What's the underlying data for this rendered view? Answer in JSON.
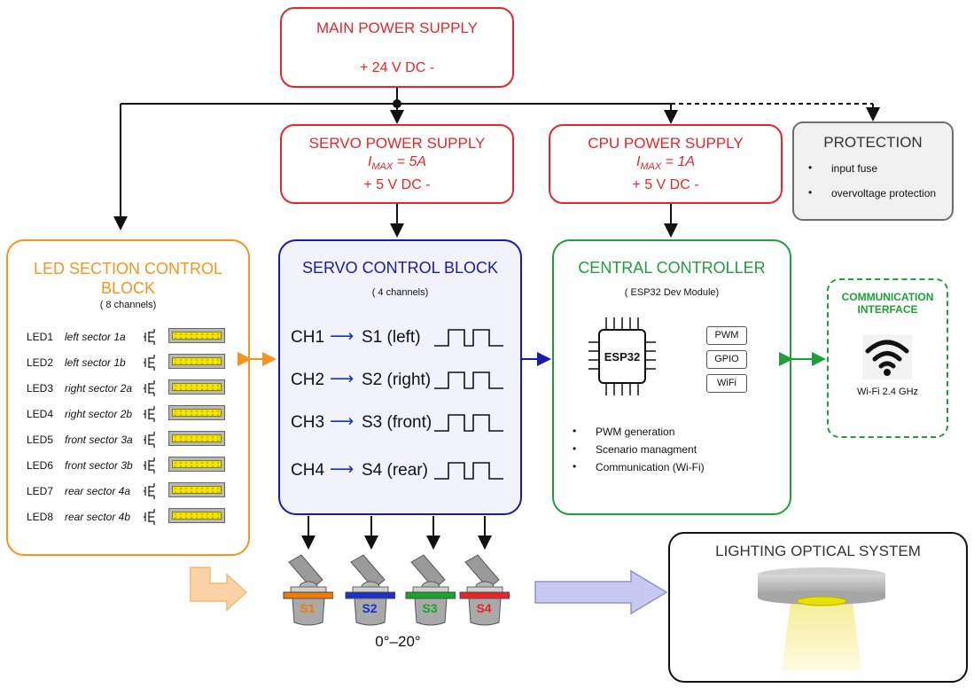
{
  "main_power": {
    "title": "MAIN POWER SUPPLY",
    "voltage": "+ 24 V DC -"
  },
  "servo_power": {
    "title": "SERVO POWER SUPPLY",
    "imax_symbol": "I",
    "imax_sub": "MAX",
    "imax_value": " = 5A",
    "voltage": "+ 5 V DC -"
  },
  "cpu_power": {
    "title": "CPU POWER SUPPLY",
    "imax_symbol": "I",
    "imax_sub": "MAX",
    "imax_value": " = 1A",
    "voltage": "+ 5 V DC -"
  },
  "protection": {
    "title": "PROTECTION",
    "items": [
      "input fuse",
      "overvoltage protection"
    ]
  },
  "led_block": {
    "title_line1": "LED SECTION CONTROL",
    "title_line2": "BLOCK",
    "channels": "( 8 channels)",
    "rows": [
      {
        "id": "LED1",
        "sector": "left sector 1a"
      },
      {
        "id": "LED2",
        "sector": "left sector 1b"
      },
      {
        "id": "LED3",
        "sector": "right sector 2a"
      },
      {
        "id": "LED4",
        "sector": "right sector 2b"
      },
      {
        "id": "LED5",
        "sector": "front sector 3a"
      },
      {
        "id": "LED6",
        "sector": "front sector 3b"
      },
      {
        "id": "LED7",
        "sector": "rear sector 4a"
      },
      {
        "id": "LED8",
        "sector": "rear sector 4b"
      }
    ]
  },
  "servo_block": {
    "title": "SERVO CONTROL BLOCK",
    "channels": "( 4 channels)",
    "rows": [
      {
        "ch": "CH1",
        "servo": "S1 (left)"
      },
      {
        "ch": "CH2",
        "servo": "S2 (right)"
      },
      {
        "ch": "CH3",
        "servo": "S3 (front)"
      },
      {
        "ch": "CH4",
        "servo": "S4 (rear)"
      }
    ]
  },
  "central": {
    "title": "CENTRAL CONTROLLER",
    "module": "( ESP32 Dev Module)",
    "chip": "ESP32",
    "interfaces": [
      "PWM",
      "GPIO",
      "WiFi"
    ],
    "functions": [
      "PWM generation",
      "Scenario managment",
      "Communication (Wi-Fi)"
    ]
  },
  "comm": {
    "title_line1": "COMMUNICATION",
    "title_line2": "INTERFACE",
    "wifi_label": "Wi-Fi 2.4 GHz"
  },
  "servos": [
    {
      "label": "S1",
      "color": "#f07d00"
    },
    {
      "label": "S2",
      "color": "#1a32c8"
    },
    {
      "label": "S3",
      "color": "#17a52b"
    },
    {
      "label": "S4",
      "color": "#e8262a"
    }
  ],
  "angle_range": "0°–20°",
  "optical": {
    "title": "LIGHTING OPTICAL SYSTEM"
  },
  "colors": {
    "red": "#e8262a",
    "orange": "#f7941d",
    "blue": "#1a1aa8",
    "green": "#1f9e3a",
    "gray": "#6d6d6d"
  }
}
